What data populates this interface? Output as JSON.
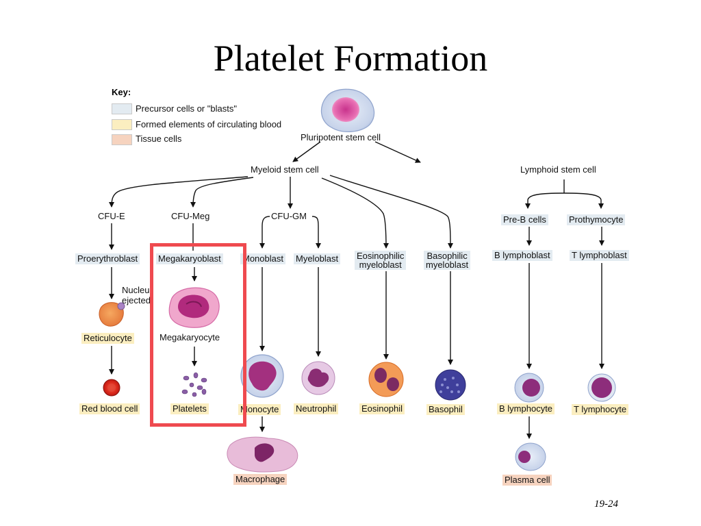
{
  "slide": {
    "title": "Platelet Formation",
    "page_number": "19-24"
  },
  "key": {
    "title": "Key:",
    "items": [
      {
        "label": "Precursor cells or \"blasts\"",
        "color": "#e3ebf1"
      },
      {
        "label": "Formed elements of circulating blood",
        "color": "#fbeec0"
      },
      {
        "label": "Tissue cells",
        "color": "#f6d3bf"
      }
    ]
  },
  "nodes": {
    "pluripotent": "Pluripotent stem cell",
    "myeloid": "Myeloid stem cell",
    "lymphoid": "Lymphoid stem cell",
    "cfu_e": "CFU-E",
    "cfu_meg": "CFU-Meg",
    "cfu_gm": "CFU-GM",
    "pre_b": "Pre-B cells",
    "prothymocyte": "Prothymocyte",
    "proerythroblast": "Proerythroblast",
    "megakaryoblast": "Megakaryoblast",
    "monoblast": "Monoblast",
    "myeloblast": "Myeloblast",
    "eosinophilic_myeloblast": [
      "Eosinophilic",
      "myeloblast"
    ],
    "basophilic_myeloblast": [
      "Basophilic",
      "myeloblast"
    ],
    "b_lymphoblast": "B lymphoblast",
    "t_lymphoblast": "T lymphoblast",
    "nucleus_ejected": [
      "Nucleus",
      "ejected"
    ],
    "reticulocyte": "Reticulocyte",
    "megakaryocyte": "Megakaryocyte",
    "red_blood_cell": "Red blood cell",
    "platelets": "Platelets",
    "monocyte": "Monocyte",
    "neutrophil": "Neutrophil",
    "eosinophil": "Eosinophil",
    "basophil": "Basophil",
    "b_lymphocyte": "B lymphocyte",
    "t_lymphocyte": "T lymphocyte",
    "macrophage": "Macrophage",
    "plasma_cell": "Plasma cell"
  },
  "colors": {
    "highlight": "#ef4a4f",
    "arrow": "#111111"
  }
}
